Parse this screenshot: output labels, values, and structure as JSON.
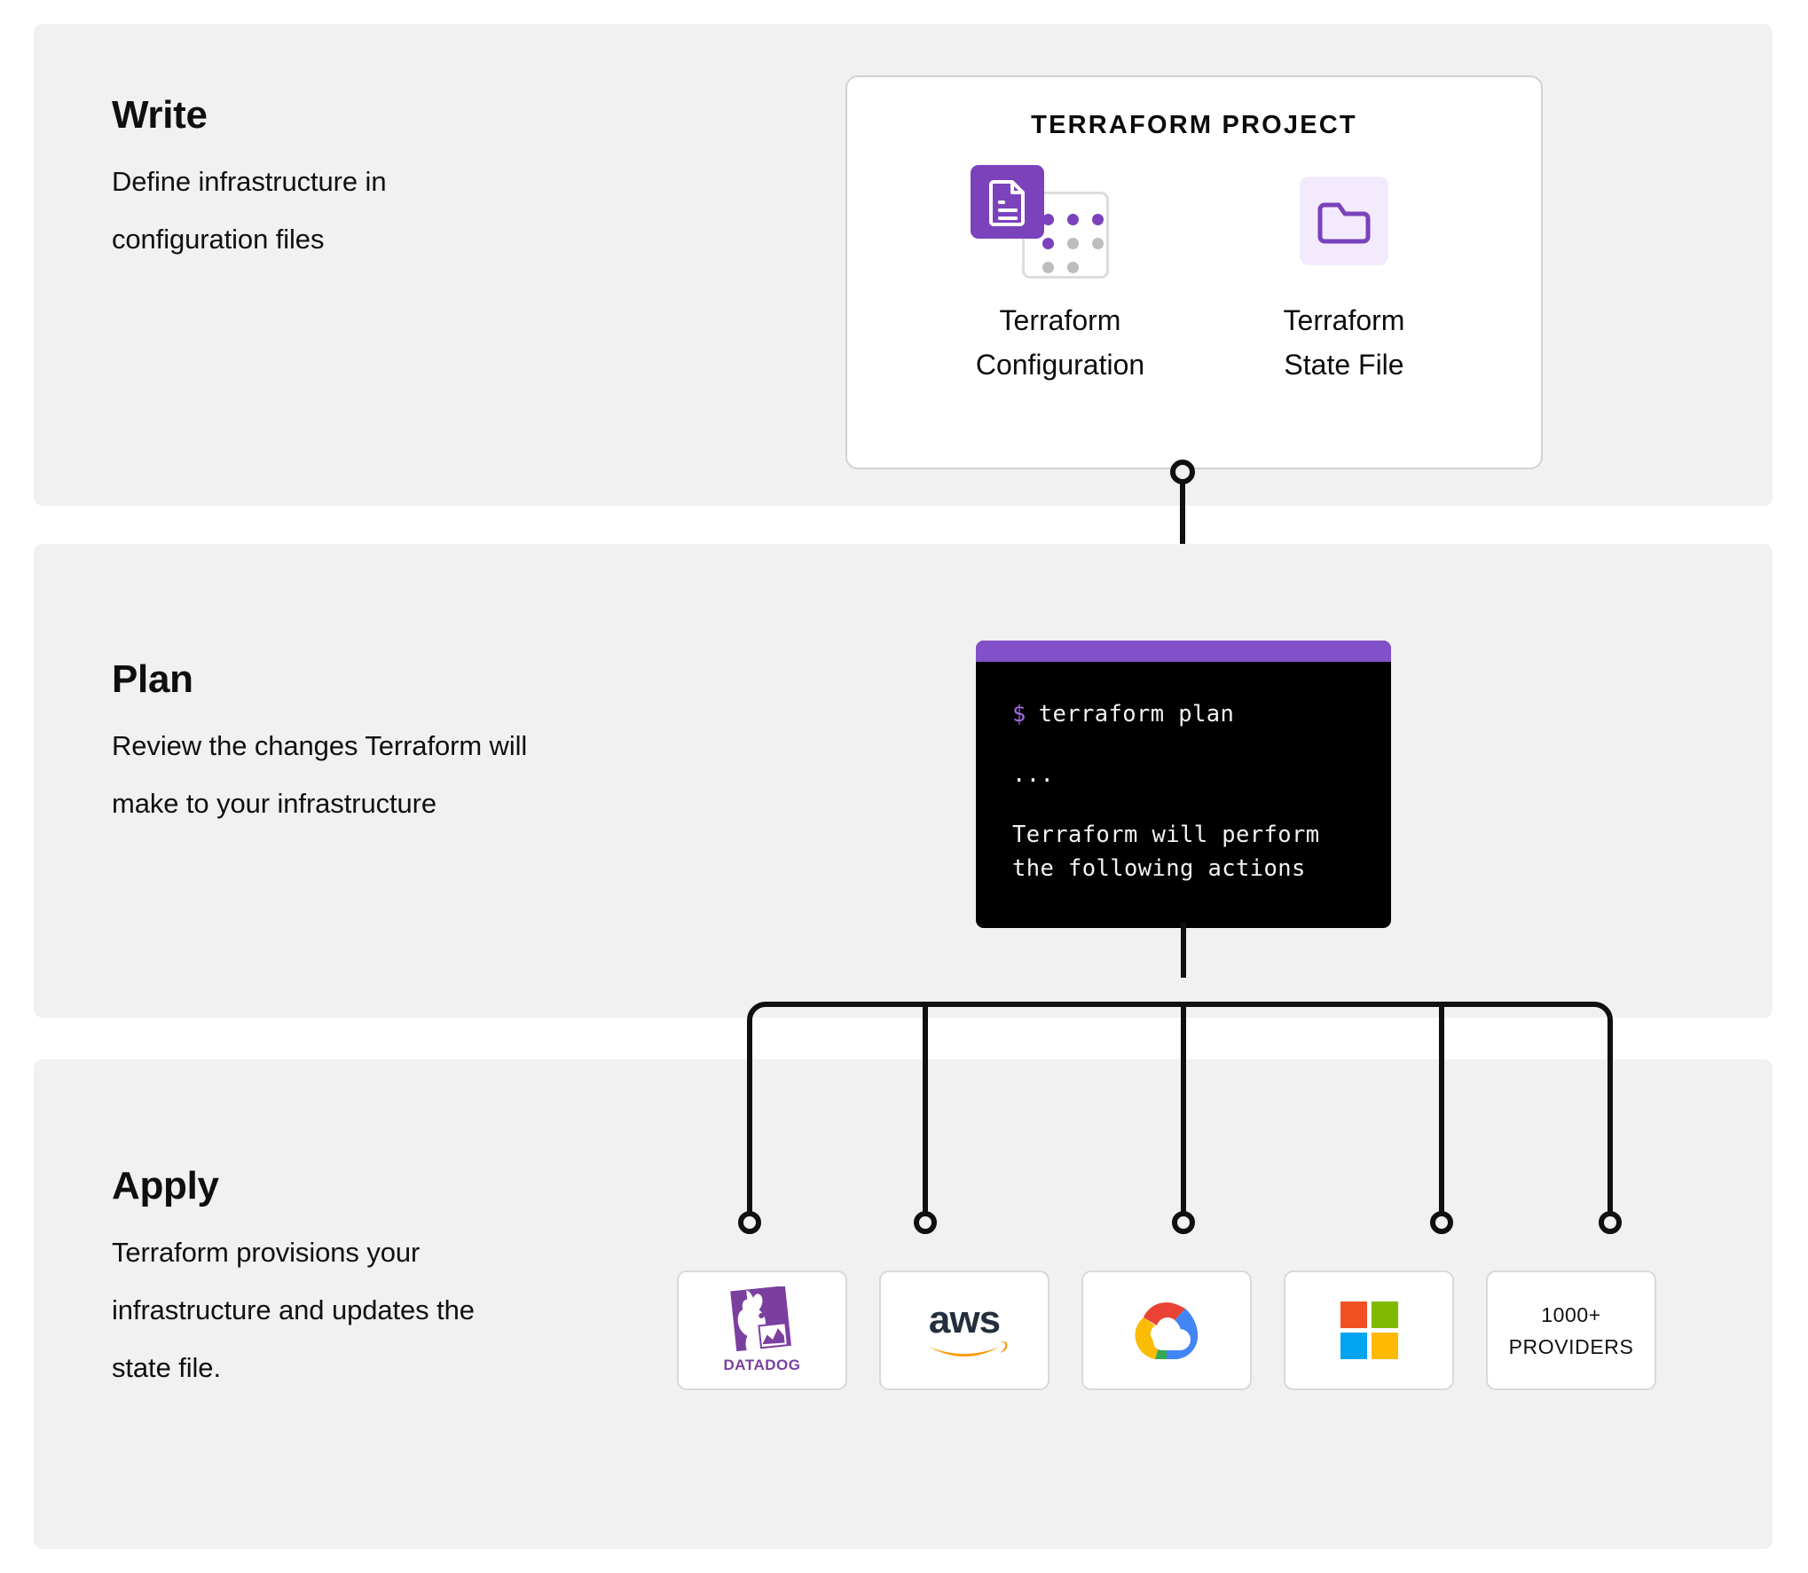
{
  "steps": [
    {
      "title": "Write",
      "description": "Define infrastructure in configuration files"
    },
    {
      "title": "Plan",
      "description": "Review the changes Terraform will make to your infrastructure"
    },
    {
      "title": "Apply",
      "description": "Terraform provisions your infrastructure and updates the state file."
    }
  ],
  "project_card": {
    "title": "TERRAFORM PROJECT",
    "items": [
      {
        "label": "Terraform\nConfiguration",
        "icon": "document-grid-icon"
      },
      {
        "label": "Terraform\nState File",
        "icon": "folder-icon"
      }
    ]
  },
  "terminal": {
    "prompt": "$",
    "command": "terraform plan",
    "ellipsis": "...",
    "output_line_1": "Terraform will perform",
    "output_line_2": "the following actions"
  },
  "providers": [
    {
      "name": "Datadog",
      "icon": "datadog-logo",
      "label": "DATADOG"
    },
    {
      "name": "AWS",
      "icon": "aws-logo",
      "label": "aws"
    },
    {
      "name": "Google Cloud",
      "icon": "gcp-logo",
      "label": ""
    },
    {
      "name": "Microsoft Azure",
      "icon": "microsoft-logo",
      "label": ""
    },
    {
      "name": "More providers",
      "icon": "text-only",
      "label": "1000+\nPROVIDERS"
    }
  ],
  "colors": {
    "panel_bg": "#f1f1f1",
    "page_bg": "#ffffff",
    "terraform_purple": "#7b42bc",
    "terminal_bar": "#8250c8",
    "terminal_bg": "#000000",
    "prompt_purple": "#a06bdf",
    "state_tile_bg": "#f3ebfd",
    "card_border": "#d2d2d2",
    "dot_gray": "#bdbdbd",
    "connector": "#101010",
    "ms_red": "#f25022",
    "ms_green": "#7fba00",
    "ms_blue": "#00a4ef",
    "ms_yellow": "#ffb900",
    "aws_orange": "#ff9900",
    "aws_dark": "#232f3e",
    "datadog_purple": "#7b3fa0",
    "gcp_red": "#ea4335",
    "gcp_blue": "#4285f4",
    "gcp_yellow": "#fbbc05",
    "gcp_green": "#34a853"
  }
}
